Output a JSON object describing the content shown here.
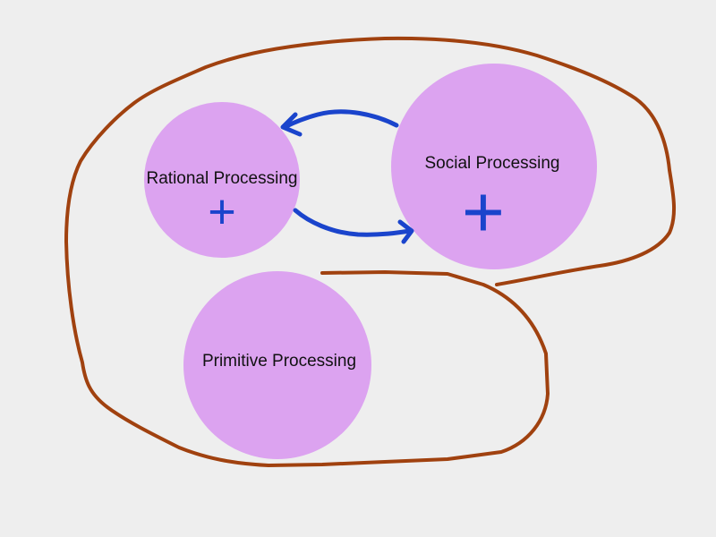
{
  "diagram": {
    "background": "#eeeeee",
    "nodes": [
      {
        "id": "rational",
        "label": "Rational Processing",
        "sign": "+",
        "fill": "#dca3f0"
      },
      {
        "id": "social",
        "label": "Social Processing",
        "sign": "+",
        "fill": "#dca3f0"
      },
      {
        "id": "primitive",
        "label": "Primitive Processing",
        "fill": "#dca3f0"
      }
    ],
    "edges": [
      {
        "from": "social",
        "to": "rational",
        "color": "#1a44cc"
      },
      {
        "from": "rational",
        "to": "social",
        "color": "#1a44cc"
      }
    ],
    "outline": {
      "shape": "hand-drawn spiral enclosing all nodes",
      "color": "#a0410f"
    }
  }
}
